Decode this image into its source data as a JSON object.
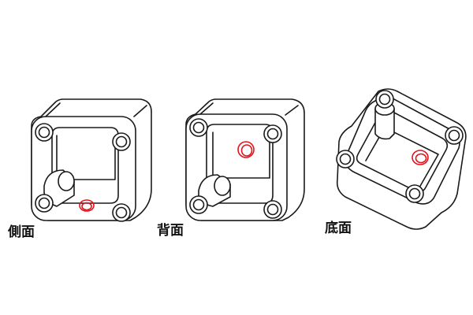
{
  "views": [
    {
      "id": "side",
      "label": "側面"
    },
    {
      "id": "back",
      "label": "背面"
    },
    {
      "id": "bottom",
      "label": "底面"
    }
  ],
  "colors": {
    "outline": "#1a1a1a",
    "fill": "#ffffff",
    "hole": "#e0141e"
  }
}
